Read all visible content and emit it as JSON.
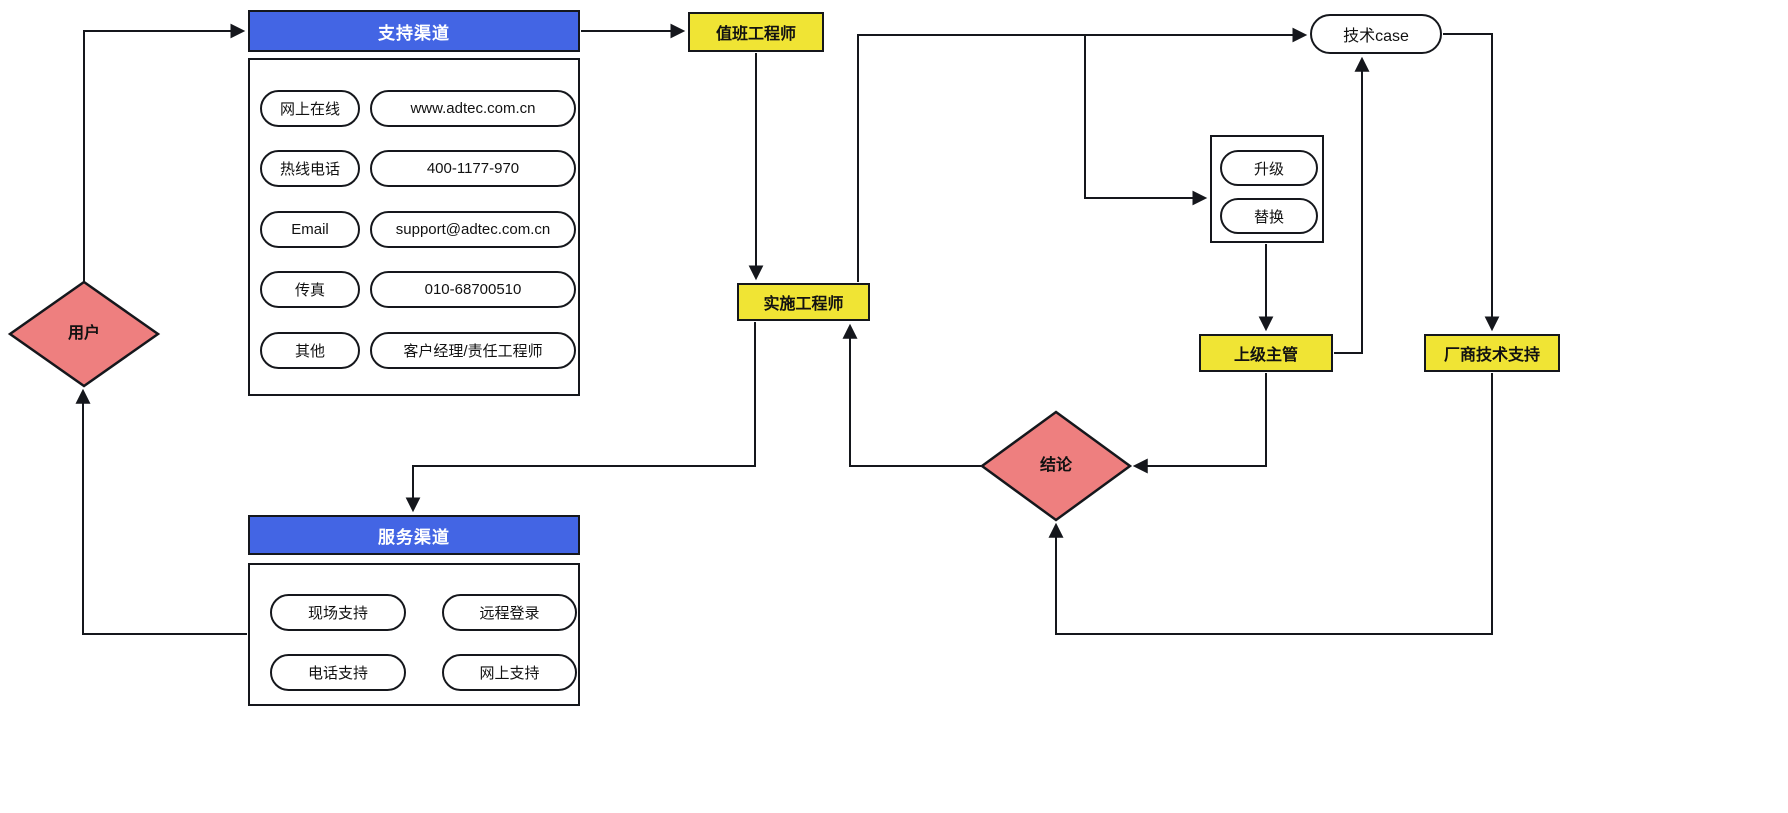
{
  "colors": {
    "header_blue": "#4365E4",
    "highlight_yellow": "#F0E434",
    "decision_red": "#EE7F7F",
    "line_black": "#15171c"
  },
  "nodes": {
    "user": {
      "label": "用户"
    },
    "support_channels": {
      "title": "支持渠道",
      "items": [
        {
          "label": "网上在线",
          "value": "www.adtec.com.cn"
        },
        {
          "label": "热线电话",
          "value": "400-1177-970"
        },
        {
          "label": "Email",
          "value": "support@adtec.com.cn"
        },
        {
          "label": "传真",
          "value": "010-68700510"
        },
        {
          "label": "其他",
          "value": "客户经理/责任工程师"
        }
      ]
    },
    "duty_engineer": {
      "label": "值班工程师"
    },
    "implementation_engineer": {
      "label": "实施工程师"
    },
    "tech_case": {
      "label": "技术case"
    },
    "escalation": {
      "options": [
        {
          "label": "升级"
        },
        {
          "label": "替换"
        }
      ]
    },
    "supervisor": {
      "label": "上级主管"
    },
    "vendor_support": {
      "label": "厂商技术支持"
    },
    "conclusion": {
      "label": "结论"
    },
    "service_channels": {
      "title": "服务渠道",
      "options": [
        {
          "label": "现场支持"
        },
        {
          "label": "远程登录"
        },
        {
          "label": "电话支持"
        },
        {
          "label": "网上支持"
        }
      ]
    }
  }
}
